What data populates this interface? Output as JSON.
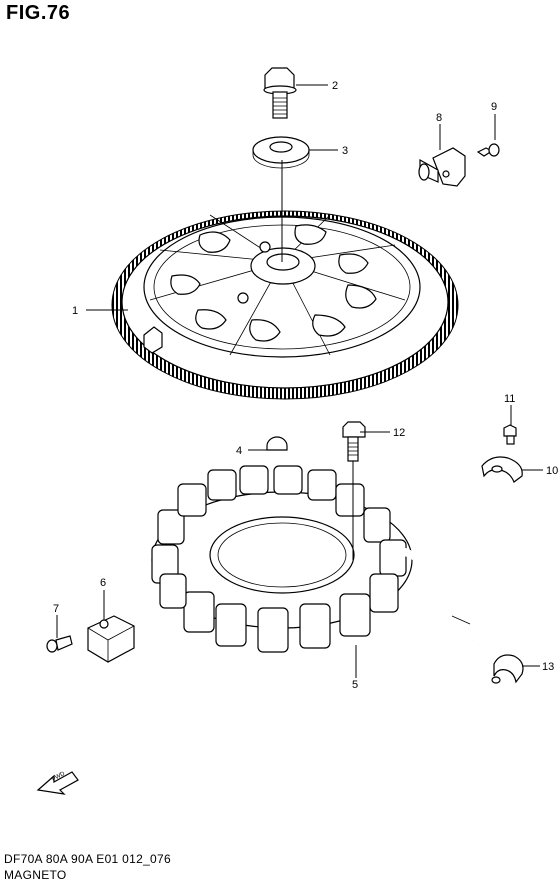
{
  "figure": {
    "title": "FIG.76",
    "footer_code": "DF70A 80A 90A E01 012_076",
    "footer_name": "MAGNETO",
    "fwd_label": "FWD"
  },
  "callouts": {
    "c1": "1",
    "c2": "2",
    "c3": "3",
    "c4": "4",
    "c5": "5",
    "c6": "6",
    "c7": "7",
    "c8": "8",
    "c9": "9",
    "c10": "10",
    "c11": "11",
    "c12": "12",
    "c13": "13"
  }
}
